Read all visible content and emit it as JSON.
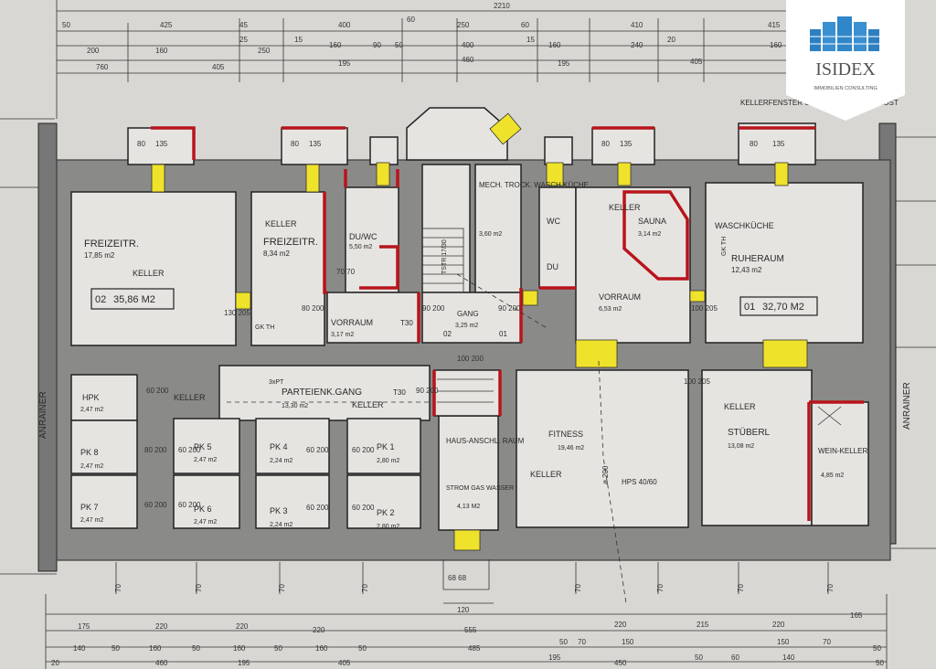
{
  "logo": {
    "brand": "ISIDEX",
    "tagline": "IMMOBILIEN CONSULTING"
  },
  "header": {
    "total_width": "2210",
    "note": "KELLERFENSTER SCHACHT U. GITTERROST"
  },
  "side_labels": {
    "left": "ANRAINER",
    "right": "ANRAINER"
  },
  "top_dims": {
    "row1": [
      "50",
      "425",
      "45",
      "400",
      "60",
      "250",
      "60",
      "410",
      "415"
    ],
    "row2": [
      "25",
      "15",
      "15",
      "20"
    ],
    "row3": [
      "200",
      "160",
      "250",
      "160",
      "90",
      "50",
      "400",
      "160",
      "240",
      "160"
    ],
    "row4": [
      "760",
      "405",
      "195",
      "460",
      "195",
      "405"
    ]
  },
  "bottom_dims": {
    "row1": [
      "175",
      "220",
      "220",
      "220",
      "555",
      "220",
      "215",
      "220",
      "165"
    ],
    "row2": [
      "140",
      "50",
      "160",
      "50",
      "160",
      "50",
      "160",
      "50",
      "485",
      "50",
      "70",
      "150",
      "150",
      "70",
      "50"
    ],
    "row3": [
      "20",
      "460",
      "195",
      "405",
      "195",
      "450",
      "140"
    ],
    "row4": [
      "50",
      "60",
      "50"
    ]
  },
  "rooms": [
    {
      "name": "FREIZEITR.",
      "area": "17,85 m2",
      "tag": "KELLER"
    },
    {
      "name": "FREIZEITR.",
      "area": "8,34 m2",
      "tag": "KELLER"
    },
    {
      "name": "DU/WC",
      "area": "5,50 m2"
    },
    {
      "name": "VORRAUM",
      "area": "3,17 m2"
    },
    {
      "name": "MECH. TROCK. WASCH KÜCHE",
      "area": "3,60 m2"
    },
    {
      "name": "WC",
      "area": ""
    },
    {
      "name": "DU",
      "area": ""
    },
    {
      "name": "SAUNA",
      "area": "3,14 m2",
      "tag": "KELLER"
    },
    {
      "name": "VORRAUM",
      "area": "6,53 m2"
    },
    {
      "name": "WASCHKÜCHE",
      "area": ""
    },
    {
      "name": "RUHERAUM",
      "area": "12,43 m2"
    },
    {
      "name": "GANG",
      "area": "3,25 m2"
    },
    {
      "name": "PARTEIENK.GANG",
      "area": "13,30 m2",
      "tag": "KELLER"
    },
    {
      "name": "HPK",
      "area": "2,47 m2",
      "tag": "KELLER"
    },
    {
      "name": "PK 8",
      "area": "2,47 m2"
    },
    {
      "name": "PK 5",
      "area": "2,47 m2"
    },
    {
      "name": "PK 4",
      "area": "2,24 m2"
    },
    {
      "name": "PK 1",
      "area": "2,80 m2"
    },
    {
      "name": "PK 7",
      "area": "2,47 m2"
    },
    {
      "name": "PK 6",
      "area": "2,47 m2"
    },
    {
      "name": "PK 3",
      "area": "2,24 m2"
    },
    {
      "name": "PK 2",
      "area": "2,80 m2"
    },
    {
      "name": "HAUS-ANSCHL. RAUM",
      "area": "4,13 M2",
      "note": "STROM GAS WASSER"
    },
    {
      "name": "FITNESS",
      "area": "19,46 m2",
      "tag": "KELLER"
    },
    {
      "name": "STÜBERL",
      "area": "13,08 m2",
      "tag": "KELLER"
    },
    {
      "name": "WEIN-KELLER",
      "area": "4,85 m2"
    }
  ],
  "unit_boxes": [
    {
      "id": "02",
      "area": "35,86 M2"
    },
    {
      "id": "01",
      "area": "32,70 M2"
    }
  ],
  "annotations": {
    "hps": "HPS 40/60",
    "phi": "ø 200",
    "t30": "T30",
    "gk_th": "GK TH",
    "gk_th2": "GK TH",
    "stair": "TSTR 17/30",
    "fireplace": "3xPT",
    "d_left": "02",
    "d_right": "01",
    "bottom_120": "120",
    "win_80": "80",
    "win_135": "135",
    "door_90_200": "90 200",
    "door_80_200": "80 200",
    "door_60_200": "60 200",
    "door_100_205": "100 205",
    "door_70_70": "70 70",
    "door_100_200": "100 200",
    "door_130_205": "130 205",
    "window_70": "70",
    "door_100_205b": "100 205",
    "door_90_200b": "90 200",
    "door_80_200b": "80 200",
    "fenster_68": "68 68"
  }
}
